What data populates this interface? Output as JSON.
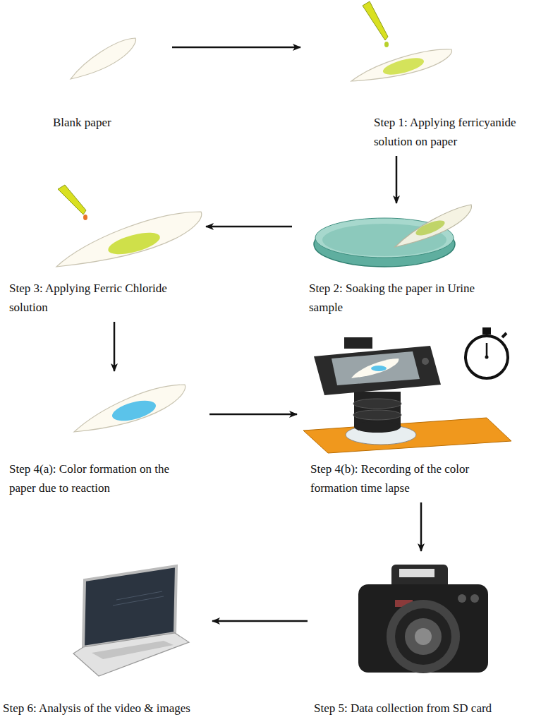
{
  "diagram": {
    "nodes": [
      {
        "text": [
          "Blank paper"
        ]
      },
      {
        "text": [
          "Step 1: Applying ferricyanide solution on paper"
        ]
      },
      {
        "text": [
          "Step 2: Soaking the paper in Urine sample"
        ]
      },
      {
        "text": [
          "Step 3: Applying Ferric Chloride solution"
        ]
      },
      {
        "text": [
          "Step 4(a): Color formation on the paper due to reaction"
        ]
      },
      {
        "text": [
          "Step 4(b): Recording of the color formation time lapse"
        ]
      },
      {
        "text": [
          "Step 5: Data collection from SD card"
        ]
      },
      {
        "text": [
          "Step 6: Analysis of the video & images"
        ]
      }
    ],
    "edges": [
      {
        "from": 0,
        "to": 1,
        "arrow": "to"
      },
      {
        "from": 1,
        "to": 2,
        "arrow": "to"
      },
      {
        "from": 2,
        "to": 3,
        "arrow": "to"
      },
      {
        "from": 3,
        "to": 4,
        "arrow": "to"
      },
      {
        "from": 4,
        "to": 5,
        "arrow": "to"
      },
      {
        "from": 5,
        "to": 6,
        "arrow": "to"
      },
      {
        "from": 6,
        "to": 7,
        "arrow": "to"
      }
    ]
  }
}
